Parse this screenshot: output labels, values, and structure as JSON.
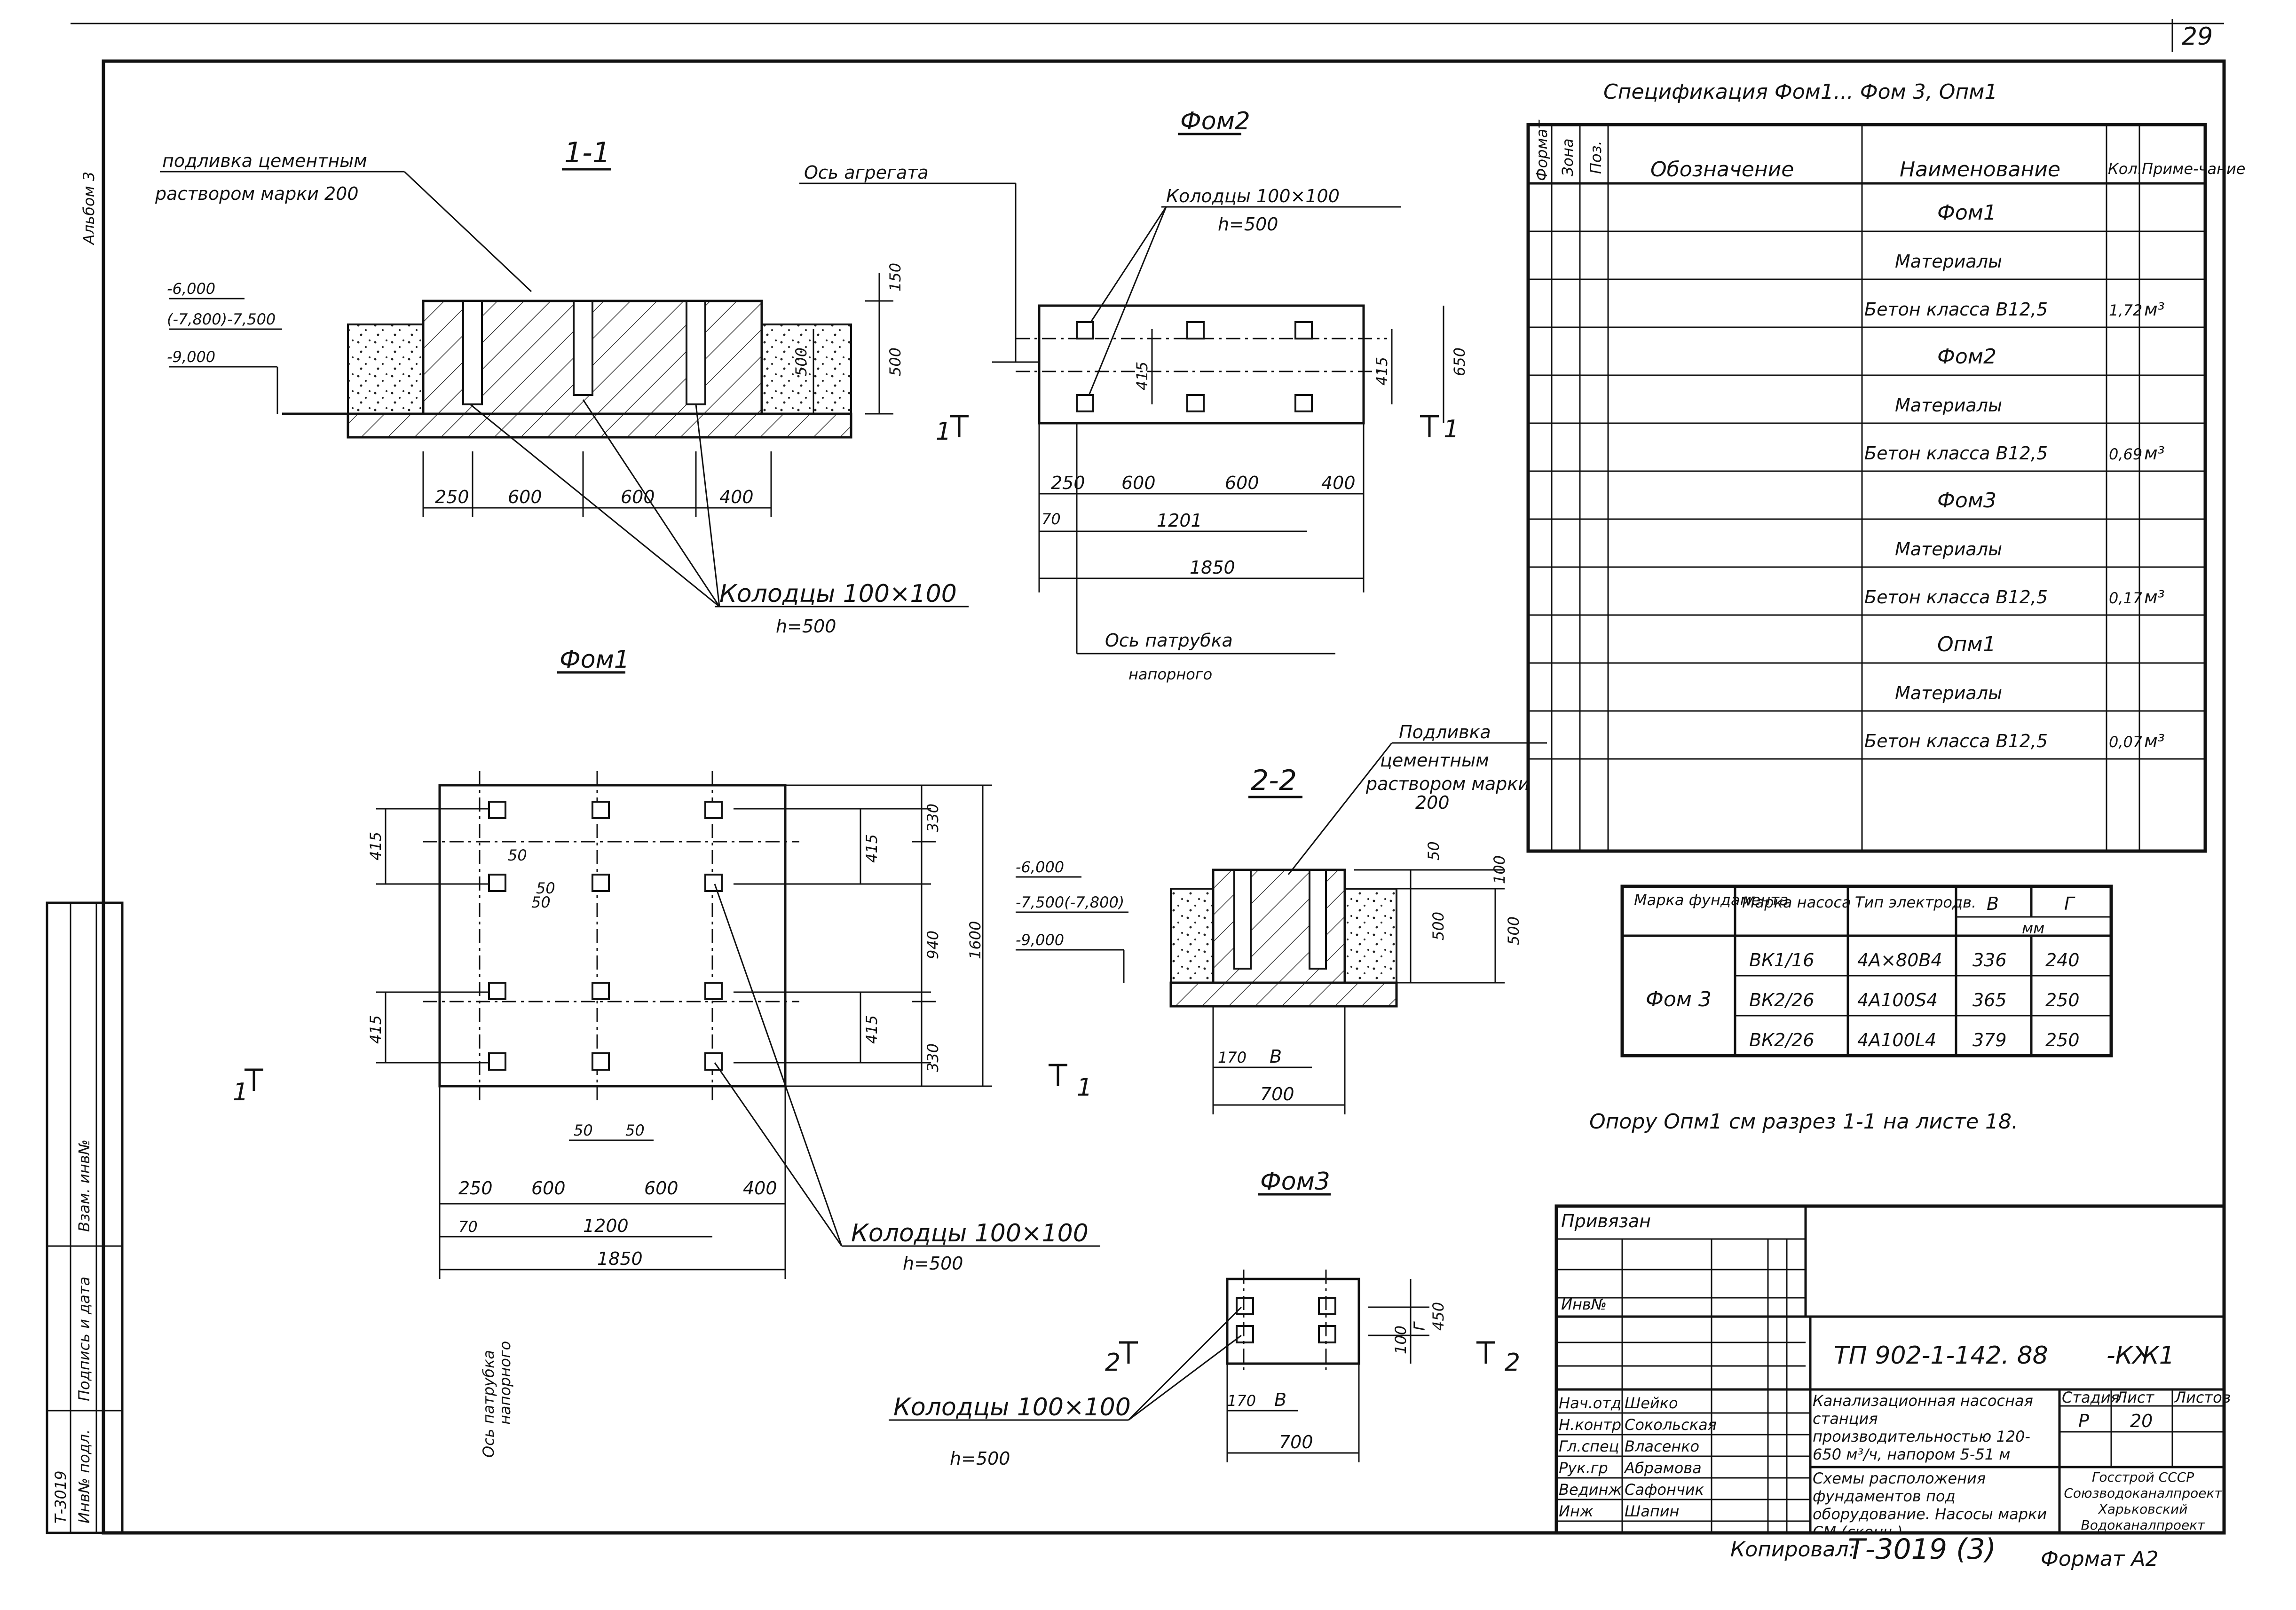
{
  "sheet_number": "29",
  "album": "Альбом 3",
  "section_1_1": {
    "title": "1-1",
    "grout_note_line1": "подливка цементным",
    "grout_note_line2": "раствором марки 200",
    "levels": [
      "-6,000",
      "(-7,800)-7,500",
      "-9,000"
    ],
    "dims_bottom": [
      "250",
      "600",
      "600",
      "400"
    ],
    "dims_right": [
      "150",
      "500"
    ],
    "dim_inner": "500",
    "wells_label": "Колодцы 100×100",
    "wells_h": "h=500",
    "cut_mark": "1"
  },
  "fom2": {
    "title": "Фом2",
    "axis_aggregate": "Ось агрегата",
    "wells_label": "Колодцы 100×100",
    "wells_h": "h=500",
    "dims_bottom": [
      "250",
      "600",
      "600",
      "400"
    ],
    "dim_row2": [
      "70",
      "1201"
    ],
    "dim_total": "1850",
    "dim_inner": "415",
    "dim_right_inner": "415",
    "dim_right": "650",
    "axis_pipe_1": "Ось патрубка",
    "axis_pipe_2": "напорного",
    "cut_mark": "1"
  },
  "fom1": {
    "title": "Фом1",
    "dims_left": [
      "415",
      "415"
    ],
    "dims_inner": [
      "415",
      "415"
    ],
    "dims_right": [
      "330",
      "940",
      "330"
    ],
    "dim_total_h": "1600",
    "dims_small": [
      "50",
      "50",
      "50",
      "50",
      "50"
    ],
    "dims_bottom": [
      "250",
      "600",
      "600",
      "400"
    ],
    "dim_row2": [
      "70",
      "1200"
    ],
    "dim_total": "1850",
    "wells_label": "Колодцы 100×100",
    "wells_h": "h=500",
    "axis_pipe_1": "Ось патрубка",
    "axis_pipe_2": "напорного",
    "cut_left": "1",
    "cut_right": "1"
  },
  "section_2_2": {
    "title": "2-2",
    "grout_1": "Подливка",
    "grout_2": "цементным",
    "grout_3": "раствором марки",
    "grout_4": "200",
    "levels": [
      "-6,000",
      "-7,500(-7,800)",
      "-9,000"
    ],
    "dims_right": [
      "50",
      "100",
      "500",
      "500"
    ],
    "dim_bottom": [
      "170",
      "B"
    ],
    "dim_total": "700"
  },
  "fom3": {
    "title": "Фом3",
    "dims_right": [
      "100",
      "Г",
      "450"
    ],
    "dim_bottom": [
      "170",
      "B"
    ],
    "dim_total": "700",
    "wells_label": "Колодцы 100×100",
    "wells_h": "h=500",
    "cut_left": "2",
    "cut_right": "2"
  },
  "spec": {
    "title": "Спецификация  Фом1... Фом 3, Опм1",
    "headers": [
      "Формат",
      "Зона",
      "Поз.",
      "Обозначение",
      "Наименование",
      "Кол.",
      "Приме-чание"
    ],
    "rows": [
      {
        "name": "Фом1",
        "qty": "",
        "unit": "",
        "kind": "header"
      },
      {
        "name": "Материалы",
        "qty": "",
        "unit": "",
        "kind": "sub"
      },
      {
        "name": "Бетон класса В12,5",
        "qty": "1,72",
        "unit": "м³",
        "kind": "item"
      },
      {
        "name": "Фом2",
        "qty": "",
        "unit": "",
        "kind": "header"
      },
      {
        "name": "Материалы",
        "qty": "",
        "unit": "",
        "kind": "sub"
      },
      {
        "name": "Бетон класса В12,5",
        "qty": "0,69",
        "unit": "м³",
        "kind": "item"
      },
      {
        "name": "Фом3",
        "qty": "",
        "unit": "",
        "kind": "header"
      },
      {
        "name": "Материалы",
        "qty": "",
        "unit": "",
        "kind": "sub"
      },
      {
        "name": "Бетон класса В12,5",
        "qty": "0,17",
        "unit": "м³",
        "kind": "item"
      },
      {
        "name": "Опм1",
        "qty": "",
        "unit": "",
        "kind": "header"
      },
      {
        "name": "Материалы",
        "qty": "",
        "unit": "",
        "kind": "sub"
      },
      {
        "name": "Бетон класса В12,5",
        "qty": "0,07",
        "unit": "м³",
        "kind": "item"
      }
    ]
  },
  "pump_table": {
    "headers": [
      "Марка фундамента",
      "Марка насоса",
      "Тип электродв.",
      "В",
      "Г"
    ],
    "unit": "мм",
    "foundation": "Фом 3",
    "rows": [
      [
        "ВК1/16",
        "4А×80В4",
        "336",
        "240"
      ],
      [
        "ВК2/26",
        "4А100S4",
        "365",
        "250"
      ],
      [
        "ВК2/26",
        "4А100L4",
        "379",
        "250"
      ]
    ]
  },
  "note": "Опору Опм1 см разрез 1-1 на листе 18.",
  "title_block": {
    "attached": "Привязан",
    "inv": "Инв№",
    "code": "ТП 902-1-142. 88",
    "suffix": "-КЖ1",
    "roles": [
      "Нач.отд",
      "Н.контр",
      "Гл.спец",
      "Рук.гр",
      "Вединж",
      "Инж"
    ],
    "names": [
      "Шейко",
      "Сокольская",
      "Власенко",
      "Абрамова",
      "Сафончик",
      "Шапин"
    ],
    "object_text": "Канализационная насосная станция производительностью 120-650 м³/ч, напором 5-51 м",
    "drawing_text": "Схемы расположения фундаментов под оборудование. Насосы марки СМ (сконч.)",
    "stage_header": "Стадия",
    "sheet_header": "Лист",
    "sheets_header": "Листов",
    "stage": "Р",
    "sheet": "20",
    "org": "Госстрой СССР Союзводоканалпроект Харьковский Водоканалпроект"
  },
  "left_stamp": {
    "code": "Т-3019",
    "labels": [
      "Инв№ подл.",
      "Подпись и дата",
      "Взам. инв№"
    ]
  },
  "footer": {
    "copied": "Копировал:",
    "code": "Т-3019 (3)",
    "format": "Формат А2"
  }
}
